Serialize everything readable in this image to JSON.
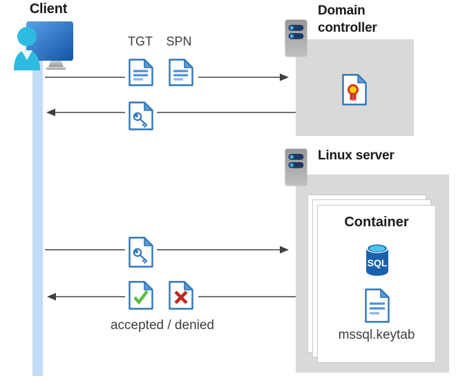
{
  "colors": {
    "doc-blue": "#2e75b6",
    "doc-fold": "#5b9bd5",
    "doc-line": "#4a90d9",
    "doc-line-light": "#8ab4e2",
    "check-green": "#5fba46",
    "cross-red": "#c0261f",
    "seal-yellow": "#ffd100",
    "seal-red": "#d93025",
    "sql-blue": "#1862ae",
    "sql-cyan": "#4ac6ea",
    "band-blue": "#c3dcf5",
    "box-gray": "#d9d9d9",
    "paper-border": "#c8c8c8",
    "arrow-gray": "#404040",
    "heading-color": "#1a1a1a",
    "subtext-color": "#3d3d3d",
    "server-navy": "#203864",
    "server-dot": "#45b0e6",
    "person-teal": "#2fbadf"
  },
  "client": {
    "label": "Client",
    "icon": "user-workstation-icon"
  },
  "domain_controller": {
    "label_line1": "Domain",
    "label_line2": "controller",
    "icon": "server-icon",
    "content_icon": "certificate-icon"
  },
  "linux_server": {
    "label": "Linux server",
    "icon": "server-icon"
  },
  "container": {
    "title": "Container",
    "database_icon": "sql-database-icon",
    "database_label": "SQL",
    "file_icon": "keytab-document-icon",
    "file_label": "mssql.keytab"
  },
  "flow": {
    "request_labels": {
      "tgt": "TGT",
      "spn": "SPN"
    },
    "request_icons": [
      "ticket-document-icon",
      "ticket-document-icon"
    ],
    "response_icon": "key-document-icon",
    "container_request_icon": "key-document-icon",
    "container_response_icons": [
      "accepted-document-icon",
      "denied-document-icon"
    ],
    "result_label": "accepted / denied"
  }
}
